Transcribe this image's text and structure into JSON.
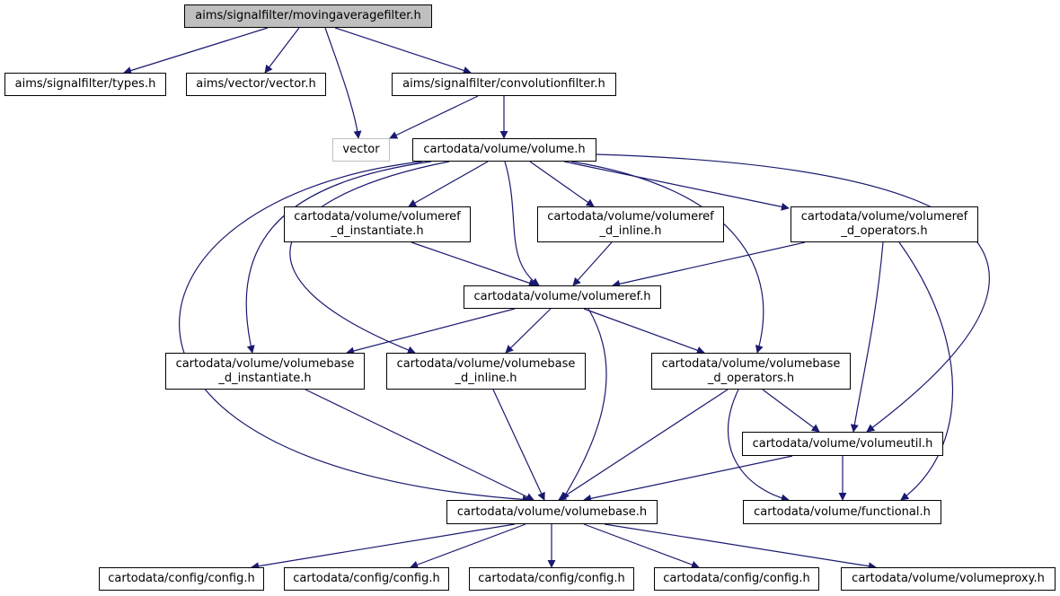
{
  "diagram": {
    "nodes": {
      "movingaveragefilter": {
        "lines": [
          "aims/signalfilter/movingaveragefilter.h"
        ]
      },
      "types": {
        "lines": [
          "aims/signalfilter/types.h"
        ]
      },
      "vector_h": {
        "lines": [
          "aims/vector/vector.h"
        ]
      },
      "convolutionfilter": {
        "lines": [
          "aims/signalfilter/convolutionfilter.h"
        ]
      },
      "vector": {
        "lines": [
          "vector"
        ]
      },
      "volume": {
        "lines": [
          "cartodata/volume/volume.h"
        ]
      },
      "volumeref_instantiate": {
        "lines": [
          "cartodata/volume/volumeref",
          "_d_instantiate.h"
        ]
      },
      "volumeref_inline": {
        "lines": [
          "cartodata/volume/volumeref",
          "_d_inline.h"
        ]
      },
      "volumeref_operators": {
        "lines": [
          "cartodata/volume/volumeref",
          "_d_operators.h"
        ]
      },
      "volumeref": {
        "lines": [
          "cartodata/volume/volumeref.h"
        ]
      },
      "volumebase_instantiate": {
        "lines": [
          "cartodata/volume/volumebase",
          "_d_instantiate.h"
        ]
      },
      "volumebase_inline": {
        "lines": [
          "cartodata/volume/volumebase",
          "_d_inline.h"
        ]
      },
      "volumebase_operators": {
        "lines": [
          "cartodata/volume/volumebase",
          "_d_operators.h"
        ]
      },
      "volumeutil": {
        "lines": [
          "cartodata/volume/volumeutil.h"
        ]
      },
      "volumebase": {
        "lines": [
          "cartodata/volume/volumebase.h"
        ]
      },
      "functional": {
        "lines": [
          "cartodata/volume/functional.h"
        ]
      },
      "config1": {
        "lines": [
          "cartodata/config/config.h"
        ]
      },
      "config2": {
        "lines": [
          "cartodata/config/config.h"
        ]
      },
      "config3": {
        "lines": [
          "cartodata/config/config.h"
        ]
      },
      "config4": {
        "lines": [
          "cartodata/config/config.h"
        ]
      },
      "volumeproxy": {
        "lines": [
          "cartodata/volume/volumeproxy.h"
        ]
      }
    },
    "edges": [
      [
        "movingaveragefilter",
        "types"
      ],
      [
        "movingaveragefilter",
        "vector_h"
      ],
      [
        "movingaveragefilter",
        "vector"
      ],
      [
        "movingaveragefilter",
        "convolutionfilter"
      ],
      [
        "convolutionfilter",
        "vector"
      ],
      [
        "convolutionfilter",
        "volume"
      ],
      [
        "volume",
        "volumeref_instantiate"
      ],
      [
        "volume",
        "volumeref_inline"
      ],
      [
        "volume",
        "volumeref_operators"
      ],
      [
        "volume",
        "volumeref"
      ],
      [
        "volume",
        "volumebase_instantiate"
      ],
      [
        "volume",
        "volumebase_inline"
      ],
      [
        "volume",
        "volumebase_operators"
      ],
      [
        "volume",
        "volumeutil"
      ],
      [
        "volume",
        "volumebase"
      ],
      [
        "volumeref_instantiate",
        "volumeref"
      ],
      [
        "volumeref_inline",
        "volumeref"
      ],
      [
        "volumeref_operators",
        "volumeref"
      ],
      [
        "volumeref_operators",
        "volumeutil"
      ],
      [
        "volumeref_operators",
        "functional"
      ],
      [
        "volumeref",
        "volumebase_instantiate"
      ],
      [
        "volumeref",
        "volumebase_inline"
      ],
      [
        "volumeref",
        "volumebase_operators"
      ],
      [
        "volumeref",
        "volumebase"
      ],
      [
        "volumebase_instantiate",
        "volumebase"
      ],
      [
        "volumebase_inline",
        "volumebase"
      ],
      [
        "volumebase_operators",
        "volumebase"
      ],
      [
        "volumebase_operators",
        "volumeutil"
      ],
      [
        "volumebase_operators",
        "functional"
      ],
      [
        "volumeutil",
        "volumebase"
      ],
      [
        "volumeutil",
        "functional"
      ],
      [
        "volumebase",
        "config1"
      ],
      [
        "volumebase",
        "config2"
      ],
      [
        "volumebase",
        "config3"
      ],
      [
        "volumebase",
        "config4"
      ],
      [
        "volumebase",
        "volumeproxy"
      ]
    ],
    "colors": {
      "edge": "#191970",
      "root_fill": "#bfbfbf",
      "node_border": "#000000",
      "ghost_border": "#bfbfbf"
    }
  }
}
